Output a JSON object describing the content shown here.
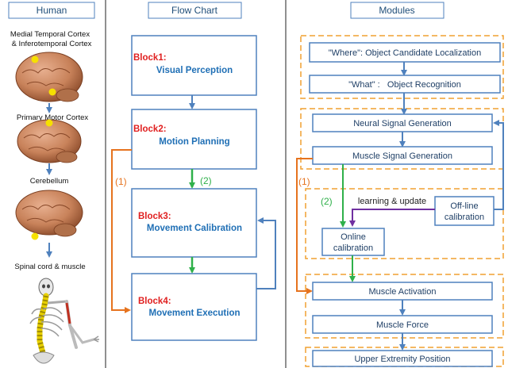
{
  "headers": {
    "human": "Human",
    "flowchart": "Flow Chart",
    "modules": "Modules"
  },
  "human_column": {
    "label_cortex_1": "Medial Temporal Cortex",
    "label_cortex_2": "& Inferotemporal Cortex",
    "label_motor": "Primary Motor Cortex",
    "label_cerebellum": "Cerebellum",
    "label_spinal": "Spinal cord & muscle"
  },
  "blocks": [
    {
      "id": "Block1:",
      "name": "Visual Perception"
    },
    {
      "id": "Block2:",
      "name": "Motion Planning"
    },
    {
      "id": "Block3:",
      "name": "Movement Calibration"
    },
    {
      "id": "Block4:",
      "name": "Movement Execution"
    }
  ],
  "flow_labels": {
    "path1": "(1)",
    "path2": "(2)"
  },
  "modules": {
    "where": "\"Where\": Object Candidate Localization",
    "what": "\"What\" :   Object Recognition",
    "neural": "Neural Signal Generation",
    "muscle_signal": "Muscle Signal Generation",
    "learning": "learning & update",
    "offline_1": "Off-line",
    "offline_2": "calibration",
    "online_1": "Online",
    "online_2": "calibration",
    "activation": "Muscle Activation",
    "force": "Muscle Force",
    "upper": "Upper Extremity Position"
  },
  "colors": {
    "box_border": "#4f81bd",
    "header_text": "#1f4e79",
    "block_id": "#e02020",
    "block_name": "#1f6fb5",
    "arrow_blue": "#4f81bd",
    "arrow_green": "#2fb04a",
    "arrow_orange": "#e6731e",
    "arrow_purple": "#7030a0",
    "dash_orange": "#f0a030",
    "brain": "#c8825a",
    "brain_dark": "#8a4a2a",
    "spot": "#f6e000"
  }
}
